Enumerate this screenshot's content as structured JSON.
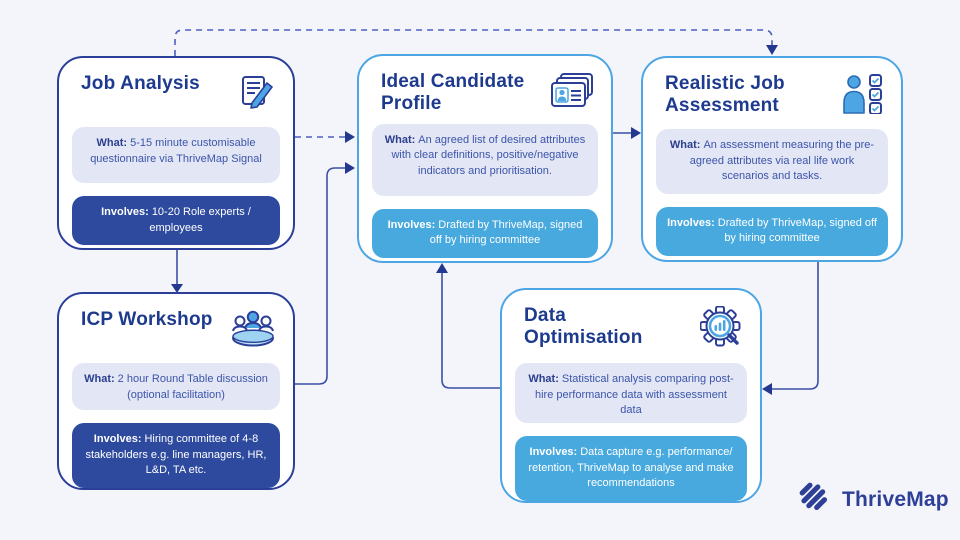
{
  "diagram": {
    "background": "#f3f5fb",
    "accent_dark": "#2b3f98",
    "accent_light": "#4da6e3",
    "panel_lavender_bg": "#e3e6f5",
    "involves_dark_bg": "#2e4a9e",
    "involves_light_bg": "#47a9de",
    "title_color": "#1d3a8f",
    "body_text_color": "#3c55aa"
  },
  "boxes": [
    {
      "id": "job-analysis",
      "title": "Job Analysis",
      "icon": "document-pen-icon",
      "what_label": "What:",
      "what_text": "5-15 minute customisable questionnaire via ThriveMap Signal",
      "involves_label": "Involves:",
      "involves_text": "10-20 Role experts / employees"
    },
    {
      "id": "ideal-candidate-profile",
      "title": "Ideal Candidate Profile",
      "icon": "id-card-icon",
      "what_label": "What:",
      "what_text": "An agreed list of desired attributes with clear definitions, positive/negative indicators and prioritisation.",
      "involves_label": "Involves:",
      "involves_text": "Drafted by ThriveMap, signed off by hiring committee"
    },
    {
      "id": "realistic-job-assessment",
      "title": "Realistic Job Assessment",
      "icon": "person-checklist-icon",
      "what_label": "What:",
      "what_text": "An assessment measuring the pre-agreed attributes via real life work scenarios and tasks.",
      "involves_label": "Involves:",
      "involves_text": "Drafted by ThriveMap, signed off by hiring committee"
    },
    {
      "id": "icp-workshop",
      "title": "ICP Workshop",
      "icon": "round-table-icon",
      "what_label": "What:",
      "what_text": "2 hour Round Table discussion (optional facilitation)",
      "involves_label": "Involves:",
      "involves_text": "Hiring committee of 4-8 stakeholders e.g. line managers, HR, L&D, TA etc."
    },
    {
      "id": "data-optimisation",
      "title": "Data Optimisation",
      "icon": "gear-magnifier-icon",
      "what_label": "What:",
      "what_text": "Statistical analysis comparing post-hire performance data with assessment data",
      "involves_label": "Involves:",
      "involves_text": "Data capture e.g. performance/ retention, ThriveMap to analyse and make recommendations"
    }
  ],
  "logo": {
    "text": "ThriveMap"
  }
}
